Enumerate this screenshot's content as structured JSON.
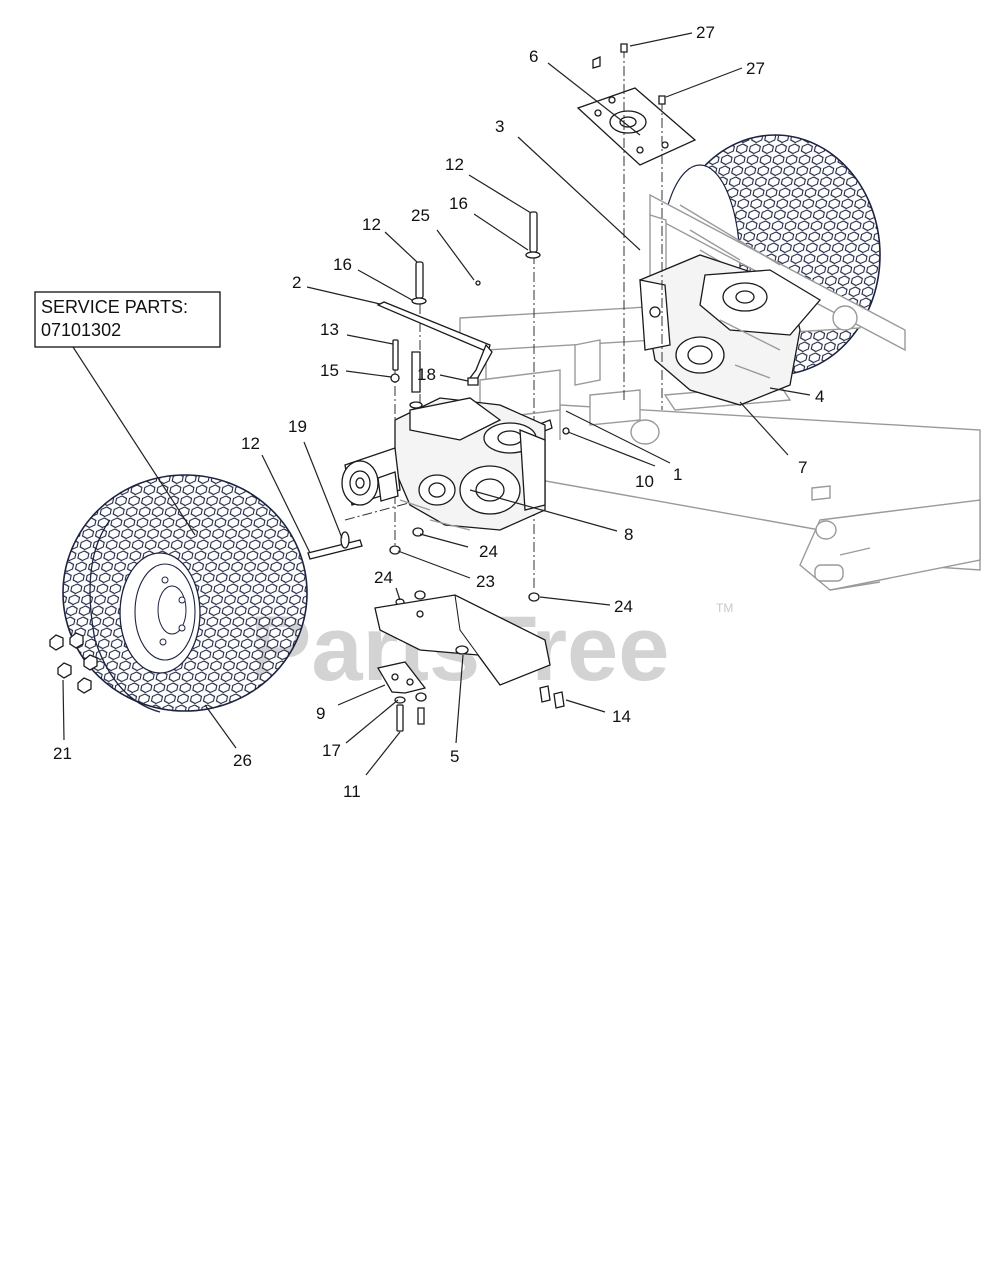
{
  "service_box": {
    "line1": "SERVICE PARTS:",
    "line2": "07101302"
  },
  "watermark": {
    "text": "PartsTree",
    "trademark": "TM"
  },
  "callouts": [
    {
      "id": "c27a",
      "label": "27"
    },
    {
      "id": "c27b",
      "label": "27"
    },
    {
      "id": "c6",
      "label": "6"
    },
    {
      "id": "c3",
      "label": "3"
    },
    {
      "id": "c12a",
      "label": "12"
    },
    {
      "id": "c16a",
      "label": "16"
    },
    {
      "id": "c25",
      "label": "25"
    },
    {
      "id": "c12b",
      "label": "12"
    },
    {
      "id": "c16b",
      "label": "16"
    },
    {
      "id": "c2",
      "label": "2"
    },
    {
      "id": "c13",
      "label": "13"
    },
    {
      "id": "c15",
      "label": "15"
    },
    {
      "id": "c18",
      "label": "18"
    },
    {
      "id": "c4",
      "label": "4"
    },
    {
      "id": "c7",
      "label": "7"
    },
    {
      "id": "c1",
      "label": "1"
    },
    {
      "id": "c10",
      "label": "10"
    },
    {
      "id": "c19",
      "label": "19"
    },
    {
      "id": "c12c",
      "label": "12"
    },
    {
      "id": "c8",
      "label": "8"
    },
    {
      "id": "c24a",
      "label": "24"
    },
    {
      "id": "c23",
      "label": "23"
    },
    {
      "id": "c24b",
      "label": "24"
    },
    {
      "id": "c24c",
      "label": "24"
    },
    {
      "id": "c9",
      "label": "9"
    },
    {
      "id": "c17",
      "label": "17"
    },
    {
      "id": "c11",
      "label": "11"
    },
    {
      "id": "c5",
      "label": "5"
    },
    {
      "id": "c14",
      "label": "14"
    },
    {
      "id": "c21",
      "label": "21"
    },
    {
      "id": "c26",
      "label": "26"
    }
  ]
}
